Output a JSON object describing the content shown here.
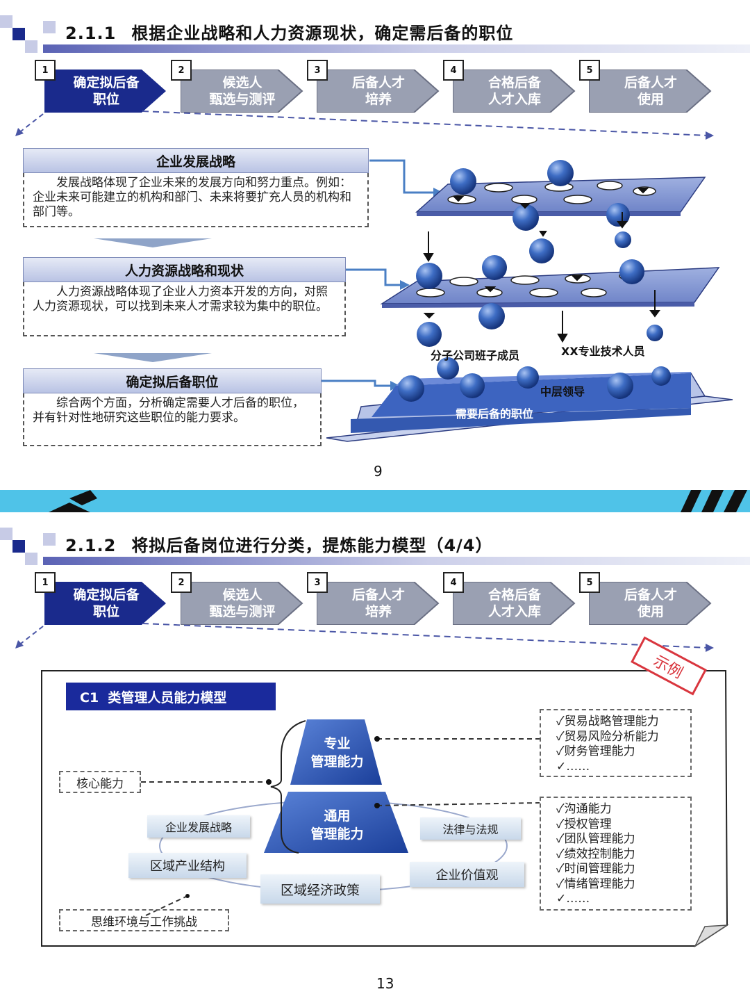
{
  "slide1": {
    "number": "2.1.1",
    "title": "根据企业战略和人力资源现状，确定需后备的职位",
    "steps": [
      {
        "no": "1",
        "line1": "确定拟后备",
        "line2": "职位"
      },
      {
        "no": "2",
        "line1": "候选人",
        "line2": "甄选与测评"
      },
      {
        "no": "3",
        "line1": "后备人才",
        "line2": "培养"
      },
      {
        "no": "4",
        "line1": "合格后备",
        "line2": "人才入库"
      },
      {
        "no": "5",
        "line1": "后备人才",
        "line2": "使用"
      }
    ],
    "boxes": [
      {
        "title": "企业发展战略",
        "text": "发展战略体现了企业未来的发展方向和努力重点。例如：企业未来可能建立的机构和部门、未来将要扩充人员的机构和部门等。"
      },
      {
        "title": "人力资源战略和现状",
        "text": "人力资源战略体现了企业人力资本开发的方向，对照人力资源现状，可以找到未来人才需求较为集中的职位。"
      },
      {
        "title": "确定拟后备职位",
        "text": "综合两个方面，分析确定需要人才后备的职位，并有针对性地研究这些职位的能力要求。"
      }
    ],
    "labels": {
      "subsidiary": "分子公司班子成员",
      "tech": "XX专业技术人员",
      "middle": "中层领导",
      "positions": "需要后备的职位"
    },
    "page": "9"
  },
  "slide2": {
    "number": "2.1.2",
    "title": "将拟后备岗位进行分类，提炼能力模型（4/4）",
    "steps": [
      {
        "no": "1",
        "line1": "确定拟后备",
        "line2": "职位"
      },
      {
        "no": "2",
        "line1": "候选人",
        "line2": "甄选与测评"
      },
      {
        "no": "3",
        "line1": "后备人才",
        "line2": "培养"
      },
      {
        "no": "4",
        "line1": "合格后备",
        "line2": "人才入库"
      },
      {
        "no": "5",
        "line1": "后备人才",
        "line2": "使用"
      }
    ],
    "stamp": "示例",
    "model_title": "C1  类管理人员能力模型",
    "pyramid_top": {
      "line1": "专业",
      "line2": "管理能力"
    },
    "pyramid_bottom": {
      "line1": "通用",
      "line2": "管理能力"
    },
    "core": "核心能力",
    "env": {
      "strategy": "企业发展战略",
      "industry": "区域产业结构",
      "policy": "区域经济政策",
      "law": "法律与法规",
      "values": "企业价值观",
      "challenge": "思维环境与工作挑战"
    },
    "pro_list": [
      "✓贸易战略管理能力",
      "✓贸易风险分析能力",
      "✓财务管理能力",
      "✓……"
    ],
    "gen_list": [
      "✓沟通能力",
      "✓授权管理",
      "✓团队管理能力",
      "✓绩效控制能力",
      "✓时间管理能力",
      "✓情绪管理能力",
      "✓……"
    ],
    "page": "13"
  },
  "colors": {
    "step_active": "#1a2a8c",
    "step_inactive": "#9aa0b2",
    "title_bar": "#5b63b5",
    "divider": "#4fc3e8"
  }
}
